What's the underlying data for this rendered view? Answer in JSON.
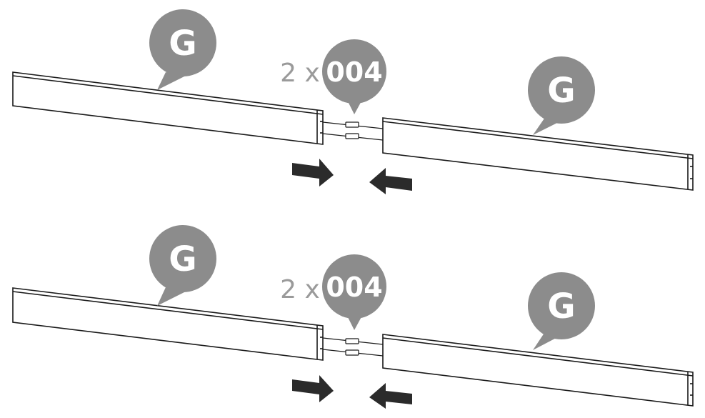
{
  "steps": [
    {
      "left_part": {
        "label": "G"
      },
      "right_part": {
        "label": "G"
      },
      "hardware": {
        "quantity": "2 x",
        "code": "004"
      }
    },
    {
      "left_part": {
        "label": "G"
      },
      "right_part": {
        "label": "G"
      },
      "hardware": {
        "quantity": "2 x",
        "code": "004"
      }
    }
  ],
  "colors": {
    "callout": "#8c8c8c",
    "arrow": "#2b2b2b",
    "line": "#1a1a1a",
    "qty": "#9a9a9a"
  }
}
